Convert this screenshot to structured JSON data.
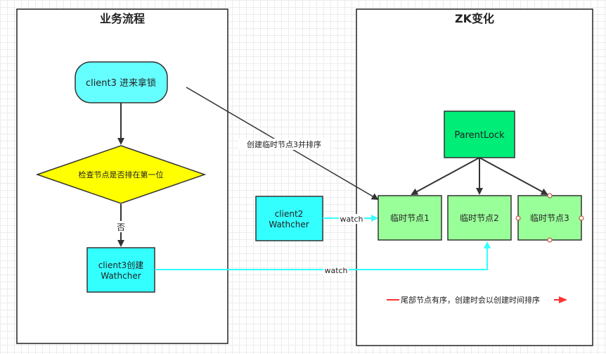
{
  "panels": {
    "left_title": "业务流程",
    "right_title": "ZK变化"
  },
  "nodes": {
    "start": "client3 进来拿锁",
    "decision": "检查节点是否排在第一位",
    "client3_watcher_line1": "client3创建",
    "client3_watcher_line2": "Wathcher",
    "client2_watcher_line1": "client2",
    "client2_watcher_line2": "Wathcher",
    "parent_lock": "ParentLock",
    "temp_node_1": "临时节点1",
    "temp_node_2": "临时节点2",
    "temp_node_3": "临时节点3"
  },
  "edges": {
    "create_label": "创建临时节点3并排序",
    "no_label": "否",
    "watch_label_1": "watch",
    "watch_label_2": "watch"
  },
  "legend": {
    "text": "尾部节点有序，创建时会以创建时间排序"
  },
  "colors": {
    "start_fill": "#66ffff",
    "decision_fill": "#ffff00",
    "watcher_fill": "#33ffff",
    "parent_fill": "#00ee77",
    "temp_fill": "#99ff99",
    "watch_line": "#33ffff",
    "legend_red": "#ff3333"
  }
}
